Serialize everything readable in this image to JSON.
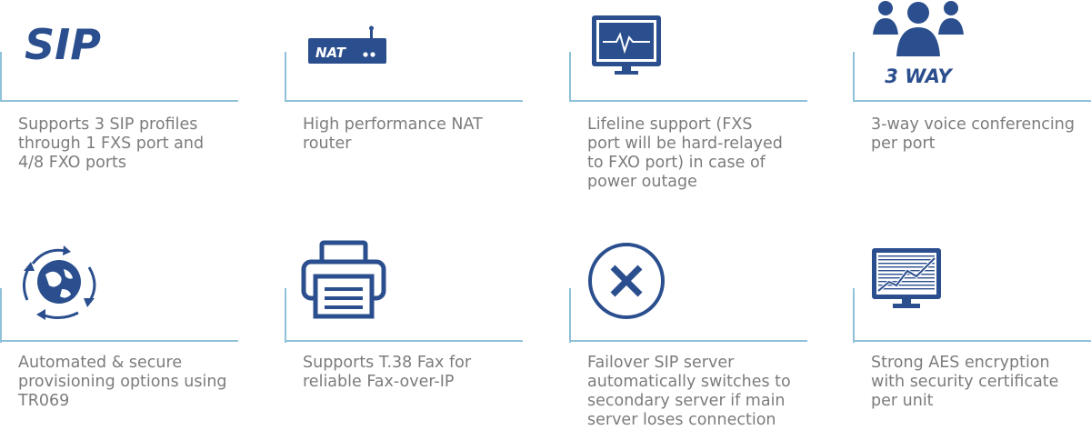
{
  "colors": {
    "icon_blue": "#2b4f8e",
    "divider": "#8fc1d9",
    "text": "#7c7c7c"
  },
  "features": [
    {
      "icon": "sip-logo-icon",
      "logo_text": "SIP",
      "text": "Supports 3 SIP profiles\nthrough 1 FXS port and\n4/8 FXO ports"
    },
    {
      "icon": "nat-router-icon",
      "logo_text": "NAT",
      "text": "High performance NAT\nrouter"
    },
    {
      "icon": "monitor-heartbeat-icon",
      "text": "Lifeline support (FXS\nport will be hard-relayed\nto FXO port) in case of\npower outage"
    },
    {
      "icon": "three-way-users-icon",
      "logo_text": "3 WAY",
      "text": "3-way voice conferencing\nper port"
    },
    {
      "icon": "globe-cycle-icon",
      "text": "Automated & secure\nprovisioning options using\nTR069"
    },
    {
      "icon": "fax-printer-icon",
      "text": "Supports T.38 Fax for\nreliable Fax-over-IP"
    },
    {
      "icon": "failover-x-icon",
      "text": "Failover SIP server\nautomatically switches to\nsecondary server if main\nserver loses connection"
    },
    {
      "icon": "encryption-monitor-icon",
      "text": "Strong AES encryption\nwith security certificate\nper unit"
    }
  ]
}
